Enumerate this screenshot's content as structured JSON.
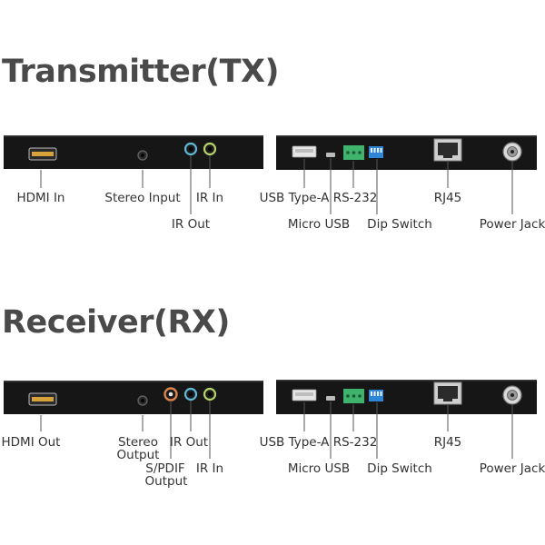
{
  "transmitter": {
    "title": "Transmitter(TX)",
    "labels": {
      "hdmi": "HDMI In",
      "stereo": "Stereo Input",
      "ir_out": "IR Out",
      "ir_in": "IR In",
      "usb_a": "USB Type-A",
      "micro_usb": "Micro USB",
      "rs232": "RS-232",
      "dip": "Dip Switch",
      "rj45": "RJ45",
      "power": "Power Jack"
    }
  },
  "receiver": {
    "title": "Receiver(RX)",
    "labels": {
      "hdmi": "HDMI Out",
      "stereo_l1": "Stereo",
      "stereo_l2": "Output",
      "spdif_l1": "S/PDIF",
      "spdif_l2": "Output",
      "ir_out": "IR Out",
      "ir_in": "IR In",
      "usb_a": "USB Type-A",
      "micro_usb": "Micro USB",
      "rs232": "RS-232",
      "dip": "Dip Switch",
      "rj45": "RJ45",
      "power": "Power Jack"
    }
  },
  "colors": {
    "panel": "#161616",
    "leader": "#555555",
    "ir_blue": "#5fb8d8",
    "ir_green": "#b6d36a",
    "spdif_orange": "#d9844a",
    "terminal_green": "#3fb26b",
    "dip_blue": "#2f86d6"
  }
}
